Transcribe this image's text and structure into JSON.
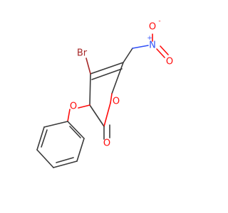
{
  "molecule": {
    "atoms": {
      "bromine": {
        "symbol": "Br",
        "color": "#a62929"
      },
      "ring_oxygen": {
        "symbol": "O",
        "color": "#ff0d0d"
      },
      "carbonyl_oxygen": {
        "symbol": "O",
        "color": "#ff0d0d"
      },
      "ether_oxygen": {
        "symbol": "O",
        "color": "#ff0d0d"
      },
      "nitro_nitrogen": {
        "symbol": "N",
        "color": "#3050f8",
        "charge": "+"
      },
      "nitro_oxygen_minus": {
        "symbol": "O",
        "color": "#ff0d0d",
        "charge": "-"
      },
      "nitro_oxygen_double": {
        "symbol": "O",
        "color": "#ff0d0d"
      }
    },
    "bond_color": "#3a3a3a"
  }
}
